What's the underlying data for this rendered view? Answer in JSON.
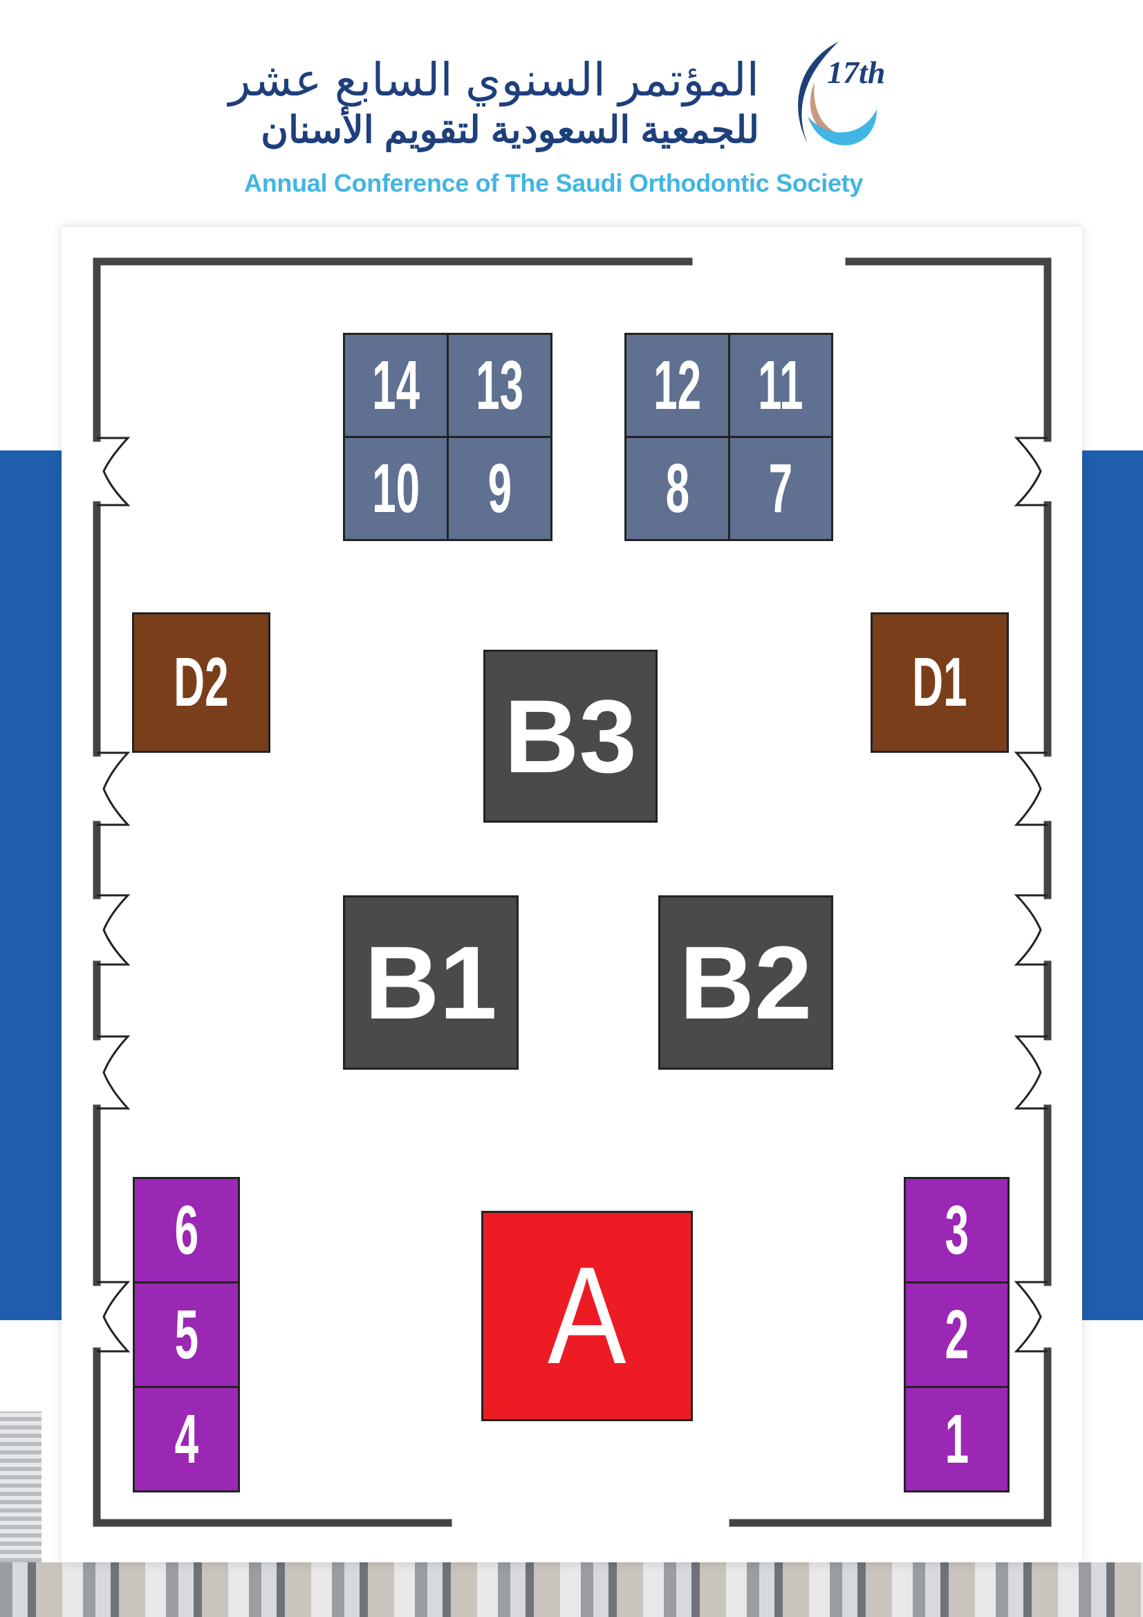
{
  "header": {
    "logo_badge": "17th",
    "arabic_line1": "المؤتمر السنوي السابع عشر",
    "arabic_line2": "للجمعية السعودية لتقويم الأسنان",
    "english_title": "Annual Conference of The Saudi Orthodontic Society"
  },
  "colors": {
    "slate": "#5f7090",
    "dark": "#4a4a4a",
    "brown": "#7a3f1a",
    "red": "#ed1c24",
    "purple": "#9b27b5",
    "band": "#1f5fae",
    "title": "#41b5e3"
  },
  "booths": {
    "b14": "14",
    "b13": "13",
    "b10": "10",
    "b9": "9",
    "b12": "12",
    "b11": "11",
    "b8": "8",
    "b7": "7",
    "d2": "D2",
    "d1": "D1",
    "b3": "B3",
    "b1": "B1",
    "b2": "B2",
    "a": "A",
    "b6": "6",
    "b5": "5",
    "b4": "4",
    "b3s": "3",
    "b2s": "2",
    "b1s": "1"
  }
}
